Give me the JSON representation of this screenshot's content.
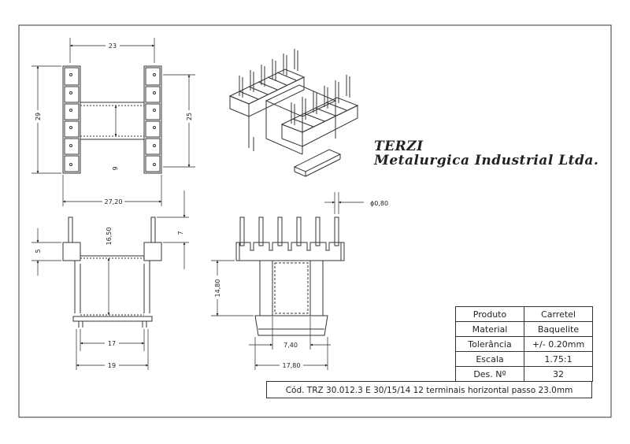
{
  "company": {
    "name": "TERZI",
    "full_name": "Metalurgica Industrial Ltda."
  },
  "dimensions": {
    "top_width": "23",
    "top_height_left": "29",
    "top_height_right": "25",
    "top_inner": "9",
    "top_overall_width": "27,20",
    "side_pin_height": "7",
    "side_flange": "5",
    "side_body": "16,50",
    "side_inner_width": "17",
    "side_outer_width": "19",
    "front_pin_diameter": "ϕ0,80",
    "front_body_height": "14,80",
    "front_slot_width": "7,40",
    "front_base_width": "17,80"
  },
  "title_block": {
    "rows": [
      {
        "label": "Produto",
        "value": "Carretel"
      },
      {
        "label": "Material",
        "value": "Baquelite"
      },
      {
        "label": "Tolerância",
        "value": "+/- 0.20mm"
      },
      {
        "label": "Escala",
        "value": "1.75:1"
      },
      {
        "label": "Des. Nº",
        "value": "32"
      }
    ],
    "code": "Cód. TRZ 30.012.3 E 30/15/14 12 terminais horizontal passo 23.0mm"
  }
}
